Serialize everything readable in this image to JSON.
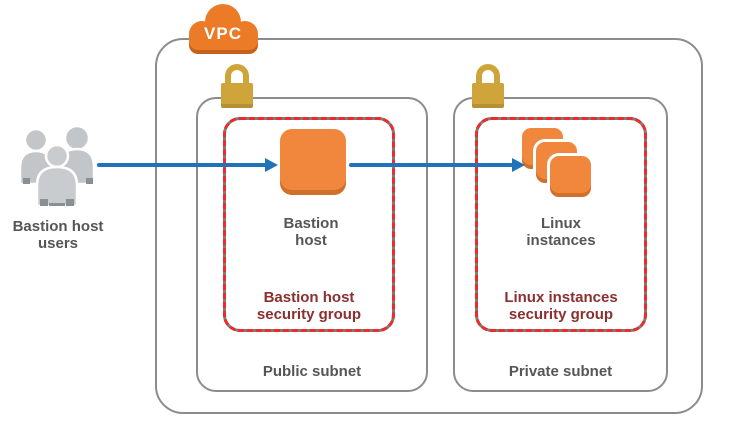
{
  "users": {
    "label": "Bastion host users"
  },
  "vpc": {
    "label": "VPC"
  },
  "public_subnet": {
    "label": "Public subnet",
    "instance": {
      "label": "Bastion host"
    },
    "security_group": {
      "label": "Bastion host security group"
    }
  },
  "private_subnet": {
    "label": "Private subnet",
    "instance": {
      "label": "Linux instances"
    },
    "security_group": {
      "label": "Linux instances security group"
    }
  },
  "colors": {
    "orange": "#EC7B28",
    "orange_dark": "#C4611C",
    "orange_fill": "#F0873C",
    "gold": "#CFA53B",
    "blue": "#2272B9",
    "red": "#EE2A2A",
    "maroon": "#8B2F2F",
    "gray_text": "#565656",
    "border_gray": "#8C8C8C"
  }
}
